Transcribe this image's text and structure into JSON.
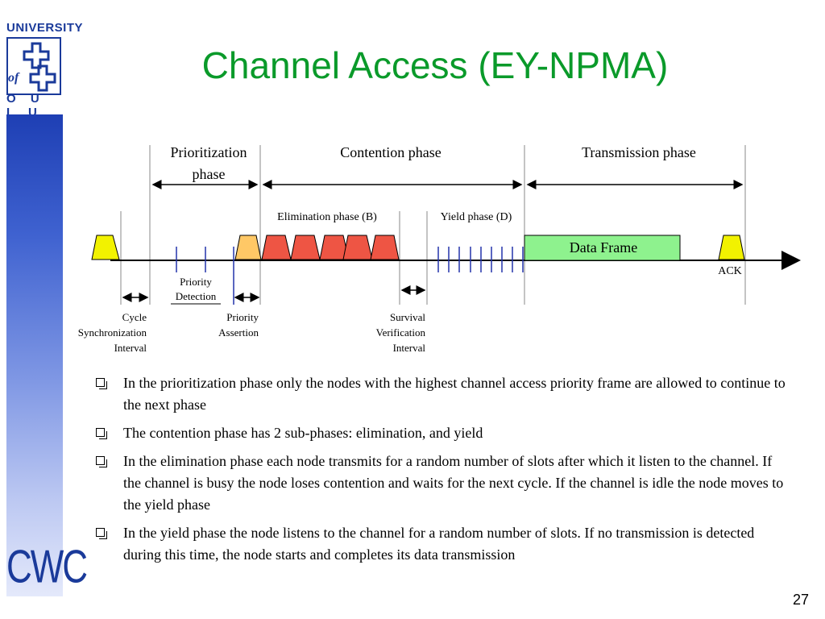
{
  "logo": {
    "university": "UNIVERSITY",
    "of": "of",
    "oulu": "O U L U",
    "cwc": "CWC"
  },
  "title": "Channel Access (EY-NPMA)",
  "diagram": {
    "phases": {
      "prioritization_line1": "Prioritization",
      "prioritization_line2": "phase",
      "contention": "Contention phase",
      "transmission": "Transmission phase"
    },
    "subphases": {
      "elimination": "Elimination phase (B)",
      "yield": "Yield phase (D)"
    },
    "data_frame": "Data Frame",
    "ack": "ACK",
    "priority_detection": [
      "Priority",
      "Detection"
    ],
    "cycle_sync": [
      "Cycle",
      "Synchronization",
      "Interval"
    ],
    "priority_assertion": [
      "Priority",
      "Assertion"
    ],
    "survival_verification": [
      "Survival",
      "Verification",
      "Interval"
    ],
    "colors": {
      "sync_slot": "#f2f200",
      "assertion_slot": "#ffc866",
      "elimination_slot": "#ee5544",
      "data_frame": "#8ef28e",
      "axis": "#000000"
    }
  },
  "bullets": [
    "In the prioritization phase only the nodes with the highest channel access priority frame are allowed to continue to the next phase",
    "The contention phase has 2 sub-phases: elimination, and yield",
    "In the elimination phase each node transmits for a random number of slots after which it listen to the channel. If the channel is busy the node loses contention and waits for the next cycle. If the channel is idle the node moves to the yield phase",
    "In the yield phase the node listens to the channel for a random number of slots. If no transmission is detected during this time, the node starts and completes its data transmission"
  ],
  "page_number": "27"
}
